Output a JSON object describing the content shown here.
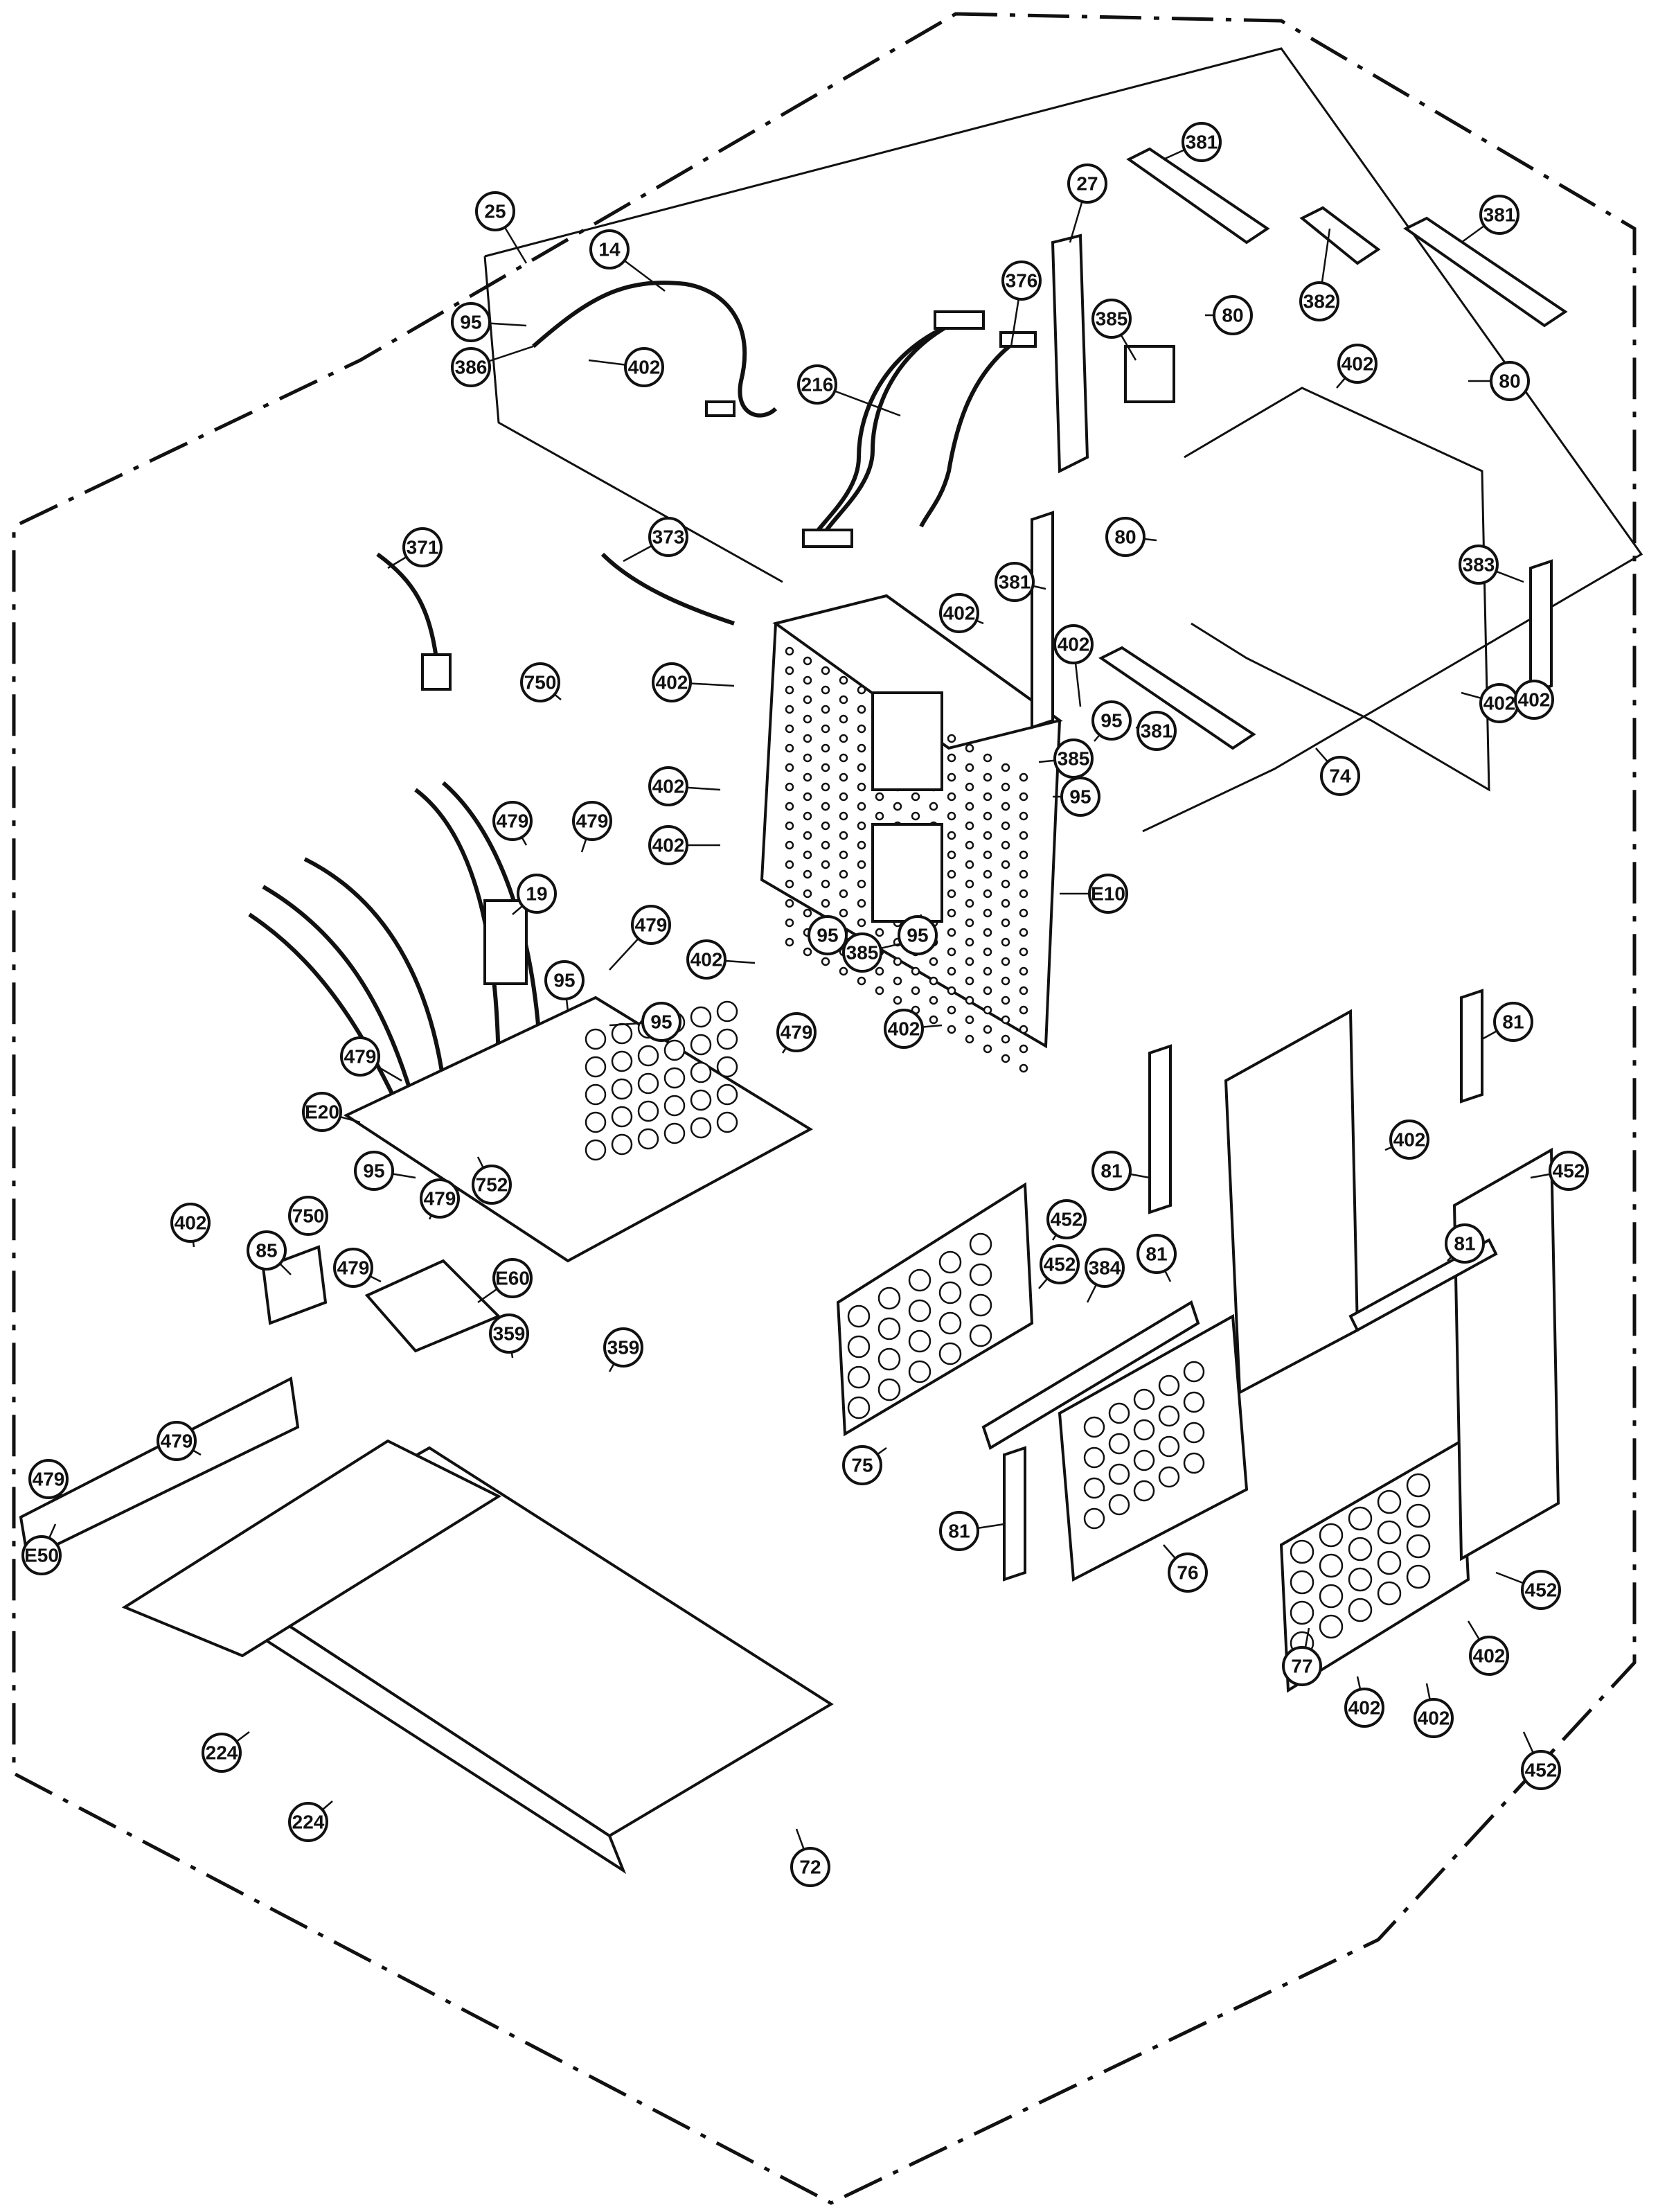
{
  "colors": {
    "line": "#111111",
    "background": "#ffffff"
  },
  "callouts": [
    {
      "label": "25"
    },
    {
      "label": "14"
    },
    {
      "label": "95"
    },
    {
      "label": "386"
    },
    {
      "label": "402"
    },
    {
      "label": "216"
    },
    {
      "label": "376"
    },
    {
      "label": "27"
    },
    {
      "label": "381"
    },
    {
      "label": "385"
    },
    {
      "label": "80"
    },
    {
      "label": "382"
    },
    {
      "label": "381"
    },
    {
      "label": "402"
    },
    {
      "label": "80"
    },
    {
      "label": "371"
    },
    {
      "label": "373"
    },
    {
      "label": "80"
    },
    {
      "label": "381"
    },
    {
      "label": "383"
    },
    {
      "label": "402"
    },
    {
      "label": "402"
    },
    {
      "label": "402"
    },
    {
      "label": "750"
    },
    {
      "label": "95"
    },
    {
      "label": "381"
    },
    {
      "label": "402"
    },
    {
      "label": "402"
    },
    {
      "label": "385"
    },
    {
      "label": "74"
    },
    {
      "label": "402"
    },
    {
      "label": "95"
    },
    {
      "label": "402"
    },
    {
      "label": "479"
    },
    {
      "label": "479"
    },
    {
      "label": "19"
    },
    {
      "label": "E10"
    },
    {
      "label": "402"
    },
    {
      "label": "479"
    },
    {
      "label": "95"
    },
    {
      "label": "385"
    },
    {
      "label": "95"
    },
    {
      "label": "95"
    },
    {
      "label": "95"
    },
    {
      "label": "402"
    },
    {
      "label": "479"
    },
    {
      "label": "479"
    },
    {
      "label": "E20"
    },
    {
      "label": "81"
    },
    {
      "label": "81"
    },
    {
      "label": "452"
    },
    {
      "label": "402"
    },
    {
      "label": "95"
    },
    {
      "label": "752"
    },
    {
      "label": "452"
    },
    {
      "label": "750"
    },
    {
      "label": "479"
    },
    {
      "label": "402"
    },
    {
      "label": "85"
    },
    {
      "label": "479"
    },
    {
      "label": "E60"
    },
    {
      "label": "452"
    },
    {
      "label": "384"
    },
    {
      "label": "81"
    },
    {
      "label": "81"
    },
    {
      "label": "359"
    },
    {
      "label": "359"
    },
    {
      "label": "479"
    },
    {
      "label": "479"
    },
    {
      "label": "75"
    },
    {
      "label": "81"
    },
    {
      "label": "E50"
    },
    {
      "label": "76"
    },
    {
      "label": "452"
    },
    {
      "label": "402"
    },
    {
      "label": "77"
    },
    {
      "label": "402"
    },
    {
      "label": "402"
    },
    {
      "label": "224"
    },
    {
      "label": "224"
    },
    {
      "label": "452"
    },
    {
      "label": "72"
    }
  ]
}
